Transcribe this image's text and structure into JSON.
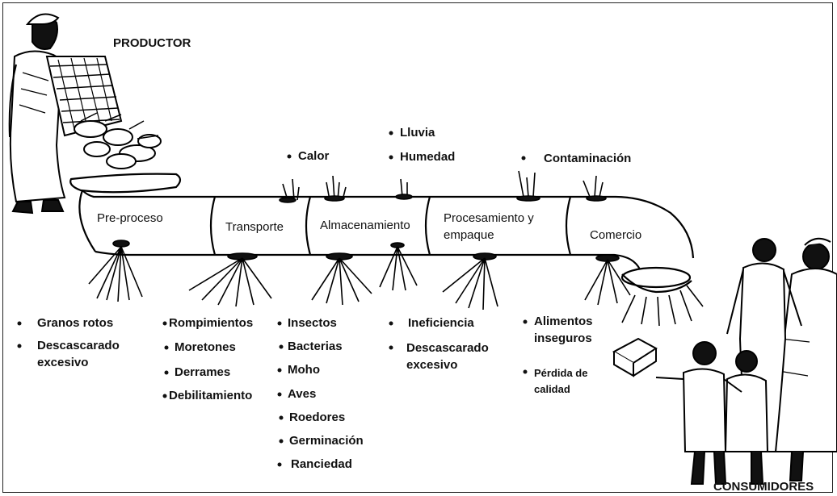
{
  "title_producer": "PRODUCTOR",
  "title_consumers": "CONSUMIDORES",
  "stages": [
    "Pre-proceso",
    "Transporte",
    "Almacenamiento",
    "Procesamiento y",
    "empaque",
    "Comercio"
  ],
  "top_factors": [
    "Calor",
    "Lluvia",
    "Humedad",
    "Contaminación"
  ],
  "losses": {
    "preproceso": [
      "Granos rotos",
      "Descascarado",
      "excesivo"
    ],
    "transporte": [
      "Rompimientos",
      "Moretones",
      "Derrames",
      "Debilitamiento"
    ],
    "almacenamiento": [
      "Insectos",
      "Bacterias",
      "Moho",
      "Aves",
      "Roedores",
      "Germinación",
      "Ranciedad"
    ],
    "procesamiento": [
      "Ineficiencia",
      "Descascarado",
      "excesivo"
    ],
    "comercio": [
      "Alimentos",
      "inseguros",
      "Pérdida de",
      "calidad"
    ]
  }
}
